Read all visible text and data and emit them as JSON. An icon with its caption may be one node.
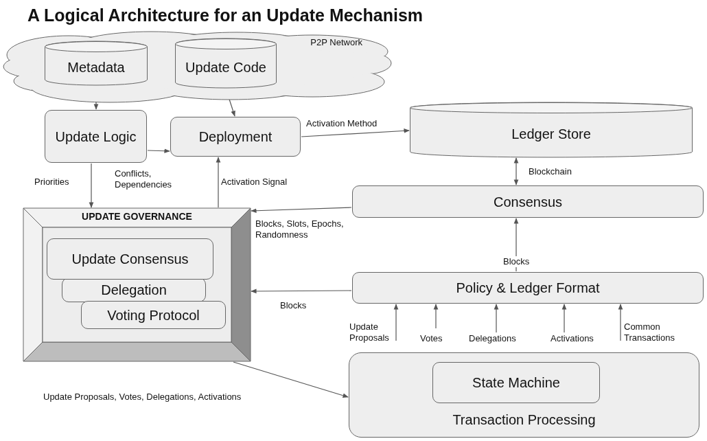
{
  "diagram": {
    "title": "A Logical Architecture for an Update Mechanism",
    "nodes": [
      {
        "text": [
          "P2P Network"
        ]
      },
      {
        "text": [
          "Metadata"
        ],
        "in": 0
      },
      {
        "text": [
          "Update Code"
        ],
        "in": 0
      },
      {
        "text": [
          "Update Logic"
        ]
      },
      {
        "text": [
          "Deployment"
        ]
      },
      {
        "text": [
          "Ledger Store"
        ]
      },
      {
        "text": [
          "Consensus"
        ]
      },
      {
        "text": [
          "UPDATE GOVERNANCE"
        ]
      },
      {
        "text": [
          "Update Consensus"
        ],
        "in": 7
      },
      {
        "text": [
          "Delegation"
        ],
        "in": 7
      },
      {
        "text": [
          "Voting Protocol"
        ],
        "in": 7
      },
      {
        "text": [
          "Policy & Ledger Format"
        ]
      },
      {
        "text": [
          "Transaction Processing"
        ]
      },
      {
        "text": [
          "State Machine"
        ],
        "in": 12
      }
    ],
    "edges": [
      {
        "from": 1,
        "to": 3,
        "arrow": "to"
      },
      {
        "from": 2,
        "to": 4,
        "arrow": "to"
      },
      {
        "from": 3,
        "to": 4,
        "arrow": "to"
      },
      {
        "from": 4,
        "to": 5,
        "arrow": "to",
        "label": "Activation Method"
      },
      {
        "from": 3,
        "to": 7,
        "arrow": "to",
        "label": "Priorities"
      },
      {
        "from": 7,
        "to": 4,
        "arrow": "to",
        "label": "Activation Signal"
      },
      {
        "from": 6,
        "to": 7,
        "arrow": "to",
        "label": "Blocks, Slots, Epochs, Randomness"
      },
      {
        "from": 5,
        "to": 6,
        "arrow": "both",
        "label": "Blockchain"
      },
      {
        "from": 11,
        "to": 6,
        "arrow": "to",
        "label": "Blocks"
      },
      {
        "from": 11,
        "to": 7,
        "arrow": "to",
        "label": "Blocks"
      },
      {
        "from": 7,
        "to": 12,
        "arrow": "to",
        "label": "Update Proposals, Votes, Delegations, Activations"
      },
      {
        "from": null,
        "to": 11,
        "arrow": "to",
        "label": "Update Proposals"
      },
      {
        "from": null,
        "to": 11,
        "arrow": "to",
        "label": "Votes"
      },
      {
        "from": null,
        "to": 11,
        "arrow": "to",
        "label": "Delegations"
      },
      {
        "from": null,
        "to": 11,
        "arrow": "to",
        "label": "Activations"
      },
      {
        "from": null,
        "to": 11,
        "arrow": "to",
        "label": "Common Transactions"
      }
    ],
    "labels": [
      "Conflicts, Dependencies"
    ]
  }
}
